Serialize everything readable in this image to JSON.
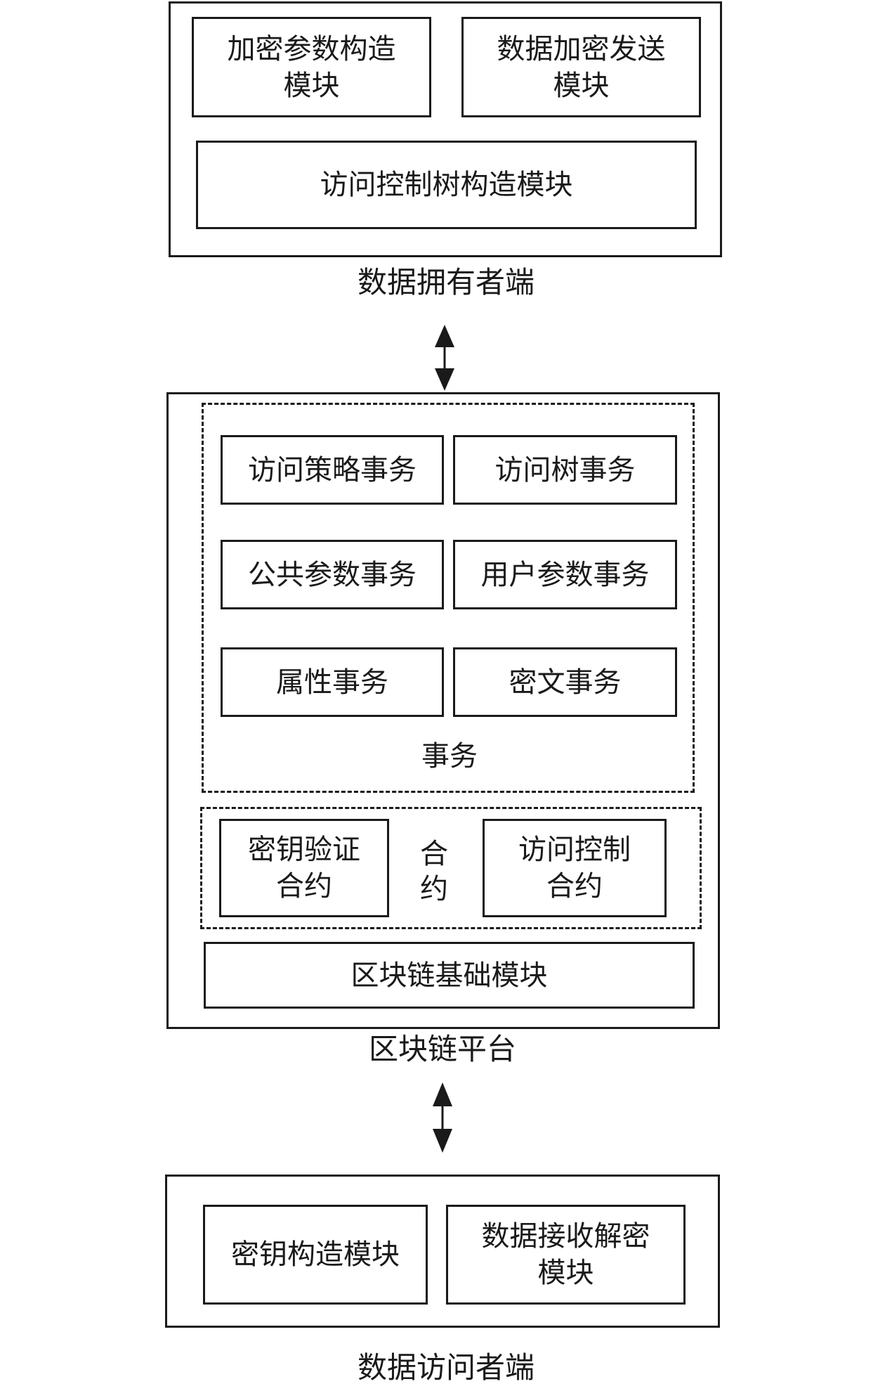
{
  "owner": {
    "label": "数据拥有者端",
    "modules": {
      "encrypt_param": "加密参数构造\n模块",
      "data_encrypt_send": "数据加密发送\n模块",
      "access_tree_build": "访问控制树构造模块"
    }
  },
  "platform": {
    "label": "区块链平台",
    "transactions": {
      "label": "事务",
      "items": {
        "access_policy": "访问策略事务",
        "access_tree": "访问树事务",
        "public_param": "公共参数事务",
        "user_param": "用户参数事务",
        "attribute": "属性事务",
        "ciphertext": "密文事务"
      }
    },
    "contracts": {
      "label": "合\n约",
      "key_verify": "密钥验证\n合约",
      "access_control": "访问控制\n合约"
    },
    "base_module": "区块链基础模块"
  },
  "accessor": {
    "label": "数据访问者端",
    "modules": {
      "key_build": "密钥构造模块",
      "data_receive_decrypt": "数据接收解密\n模块"
    }
  }
}
